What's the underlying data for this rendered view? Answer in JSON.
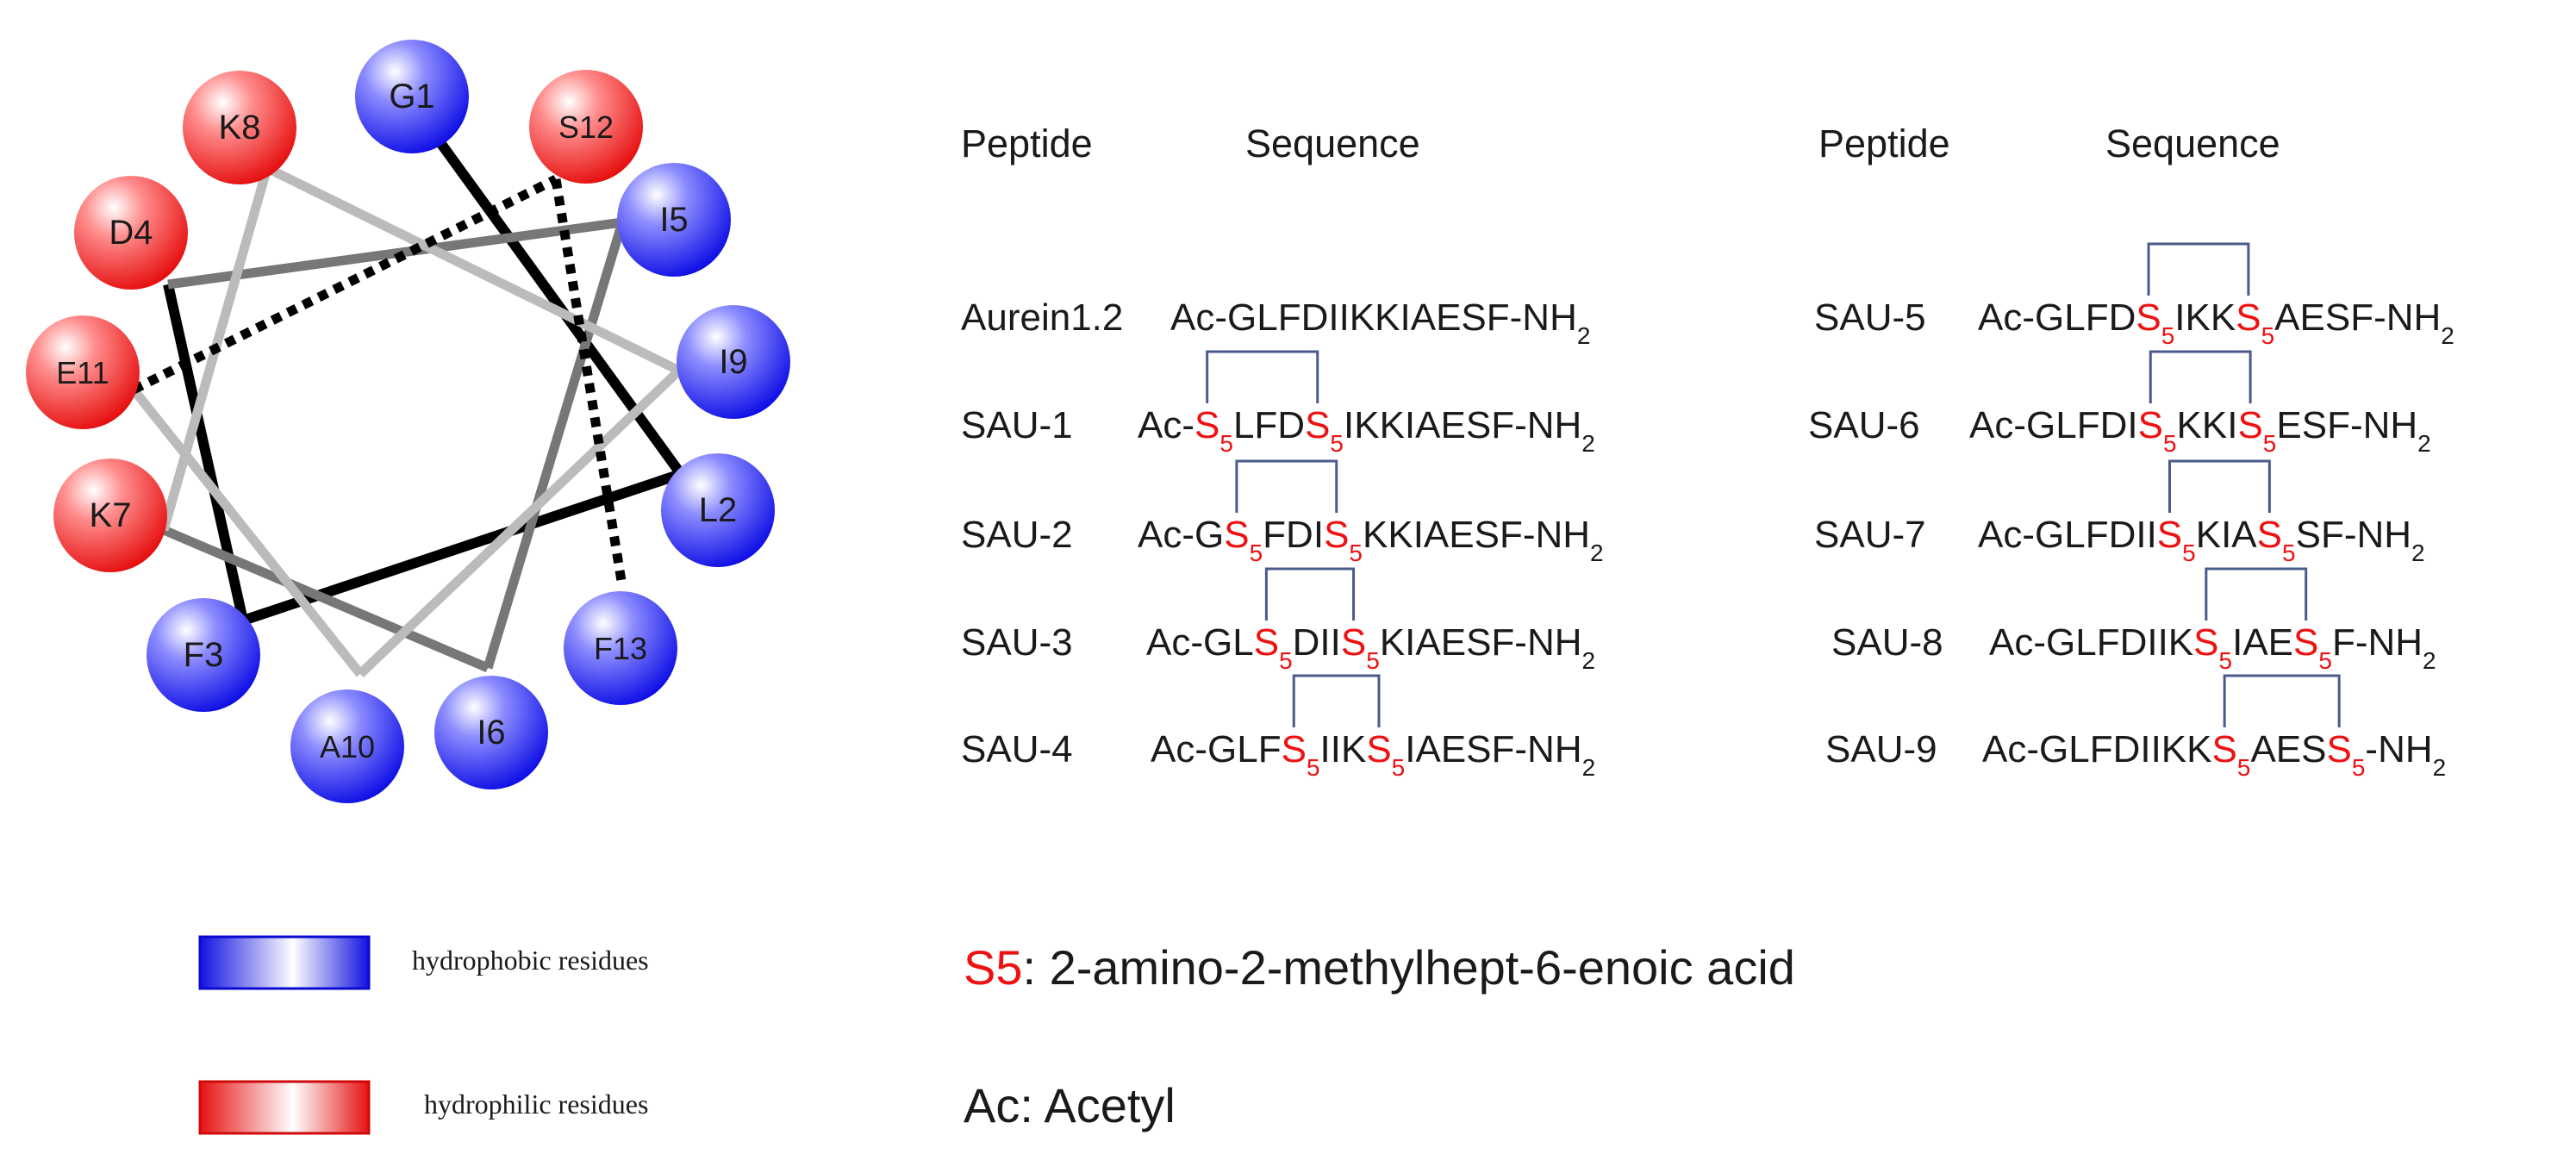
{
  "helix": {
    "residues": [
      {
        "label": "G1",
        "type": "hydrophobic"
      },
      {
        "label": "L2",
        "type": "hydrophobic"
      },
      {
        "label": "F3",
        "type": "hydrophobic"
      },
      {
        "label": "D4",
        "type": "hydrophilic"
      },
      {
        "label": "I5",
        "type": "hydrophobic"
      },
      {
        "label": "I6",
        "type": "hydrophobic"
      },
      {
        "label": "K7",
        "type": "hydrophilic"
      },
      {
        "label": "K8",
        "type": "hydrophilic"
      },
      {
        "label": "I9",
        "type": "hydrophobic"
      },
      {
        "label": "A10",
        "type": "hydrophobic"
      },
      {
        "label": "E11",
        "type": "hydrophilic"
      },
      {
        "label": "S12",
        "type": "hydrophilic"
      },
      {
        "label": "F13",
        "type": "hydrophobic"
      }
    ],
    "colors": {
      "hydrophobic": "#1010e6",
      "hydrophilic": "#ee1a1a"
    }
  },
  "table": {
    "left_headers": {
      "peptide": "Peptide",
      "sequence": "Sequence"
    },
    "right_headers": {
      "peptide": "Peptide",
      "sequence": "Sequence"
    },
    "staple_symbol": "S",
    "staple_subscript": "5",
    "rows_left": [
      {
        "name": "Aurein1.2",
        "before": "Ac-GLFDIIKKIAESF-NH",
        "between": "",
        "after": "",
        "suffix": "2",
        "stapled": false
      },
      {
        "name": "SAU-1",
        "before": "Ac-",
        "between": "LFD",
        "after": "IKKIAESF-NH",
        "suffix": "2",
        "stapled": true
      },
      {
        "name": "SAU-2",
        "before": "Ac-G",
        "between": "FDI",
        "after": "KKIAESF-NH",
        "suffix": "2",
        "stapled": true
      },
      {
        "name": "SAU-3",
        "before": "Ac-GL",
        "between": "DII",
        "after": "KIAESF-NH",
        "suffix": "2",
        "stapled": true
      },
      {
        "name": "SAU-4",
        "before": "Ac-GLF",
        "between": "IIK",
        "after": "IAESF-NH",
        "suffix": "2",
        "stapled": true
      }
    ],
    "rows_right": [
      {
        "name": "SAU-5",
        "before": "Ac-GLFD",
        "between": "IKK",
        "after": "AESF-NH",
        "suffix": "2",
        "stapled": true
      },
      {
        "name": "SAU-6",
        "before": "Ac-GLFDI",
        "between": "KKI",
        "after": "ESF-NH",
        "suffix": "2",
        "stapled": true
      },
      {
        "name": "SAU-7",
        "before": "Ac-GLFDII",
        "between": "KIA",
        "after": "SF-NH",
        "suffix": "2",
        "stapled": true
      },
      {
        "name": "SAU-8",
        "before": "Ac-GLFDIIK",
        "between": "IAE",
        "after": "F-NH",
        "suffix": "2",
        "stapled": true
      },
      {
        "name": "SAU-9",
        "before": "Ac-GLFDIIKK",
        "between": "AES",
        "after": "-NH",
        "suffix": "2",
        "stapled": true
      }
    ]
  },
  "legend": {
    "hydrophobic": "hydrophobic residues",
    "hydrophilic": "hydrophilic residues"
  },
  "notes": {
    "s5_symbol": "S5",
    "s5_text": ":  2-amino-2-methylhept-6-enoic acid",
    "ac_text": "Ac:  Acetyl"
  }
}
